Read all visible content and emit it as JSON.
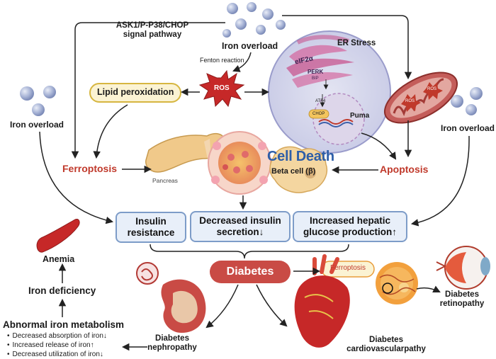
{
  "top": {
    "pathway_line1": "ASK1/P-P38/CHOP",
    "pathway_line2": "signal pathway",
    "iron_overload_top": "Iron overload",
    "fenton": "Fenton reaction",
    "er_stress": "ER Stress",
    "ros_center": "ROS",
    "lipid_peroxidation": "Lipid peroxidation",
    "eif2a": "eIF2α",
    "perk": "PERK",
    "bip": "BIP",
    "atf4": "ATF4",
    "chop": "CHOP",
    "puma": "Puma",
    "mito_ros1": "ROS",
    "mito_ros2": "ROS"
  },
  "side": {
    "iron_overload_left": "Iron overload",
    "iron_overload_right": "Iron overload",
    "ferroptosis": "Ferroptosis",
    "apoptosis": "Apoptosis",
    "pancreas": "Pancreas",
    "cell_death": "Cell Death",
    "beta_cell": "Beta cell (β)"
  },
  "boxes": {
    "insulin_resistance_1": "Insulin",
    "insulin_resistance_2": "resistance",
    "secretion_1": "Decreased insulin",
    "secretion_2": "secretion↓",
    "hepatic_1": "Increased hepatic",
    "hepatic_2": "glucose production↑"
  },
  "bottom": {
    "diabetes": "Diabetes",
    "ferroptosis_small": "Ferroptosis",
    "retinopathy_1": "Diabetes",
    "retinopathy_2": "retinopathy",
    "nephropathy_1": "Diabetes",
    "nephropathy_2": "nephropathy",
    "cardio_1": "Diabetes",
    "cardio_2": "cardiovascularpathy",
    "anemia": "Anemia",
    "iron_deficiency": "Iron deficiency",
    "abnormal": "Abnormal iron metabolism",
    "mechanisms": [
      "Decreased absorption of iron↓",
      "Increased release of iron↑",
      "Decreased utilization of iron↓"
    ]
  },
  "colors": {
    "accent_red": "#c0392b",
    "box_fill": "#e8eff9",
    "box_border": "#7d9cc8",
    "diabetes_fill": "#c94b45",
    "lipid_fill": "#fbf3d3",
    "lipid_border": "#d6b640"
  }
}
